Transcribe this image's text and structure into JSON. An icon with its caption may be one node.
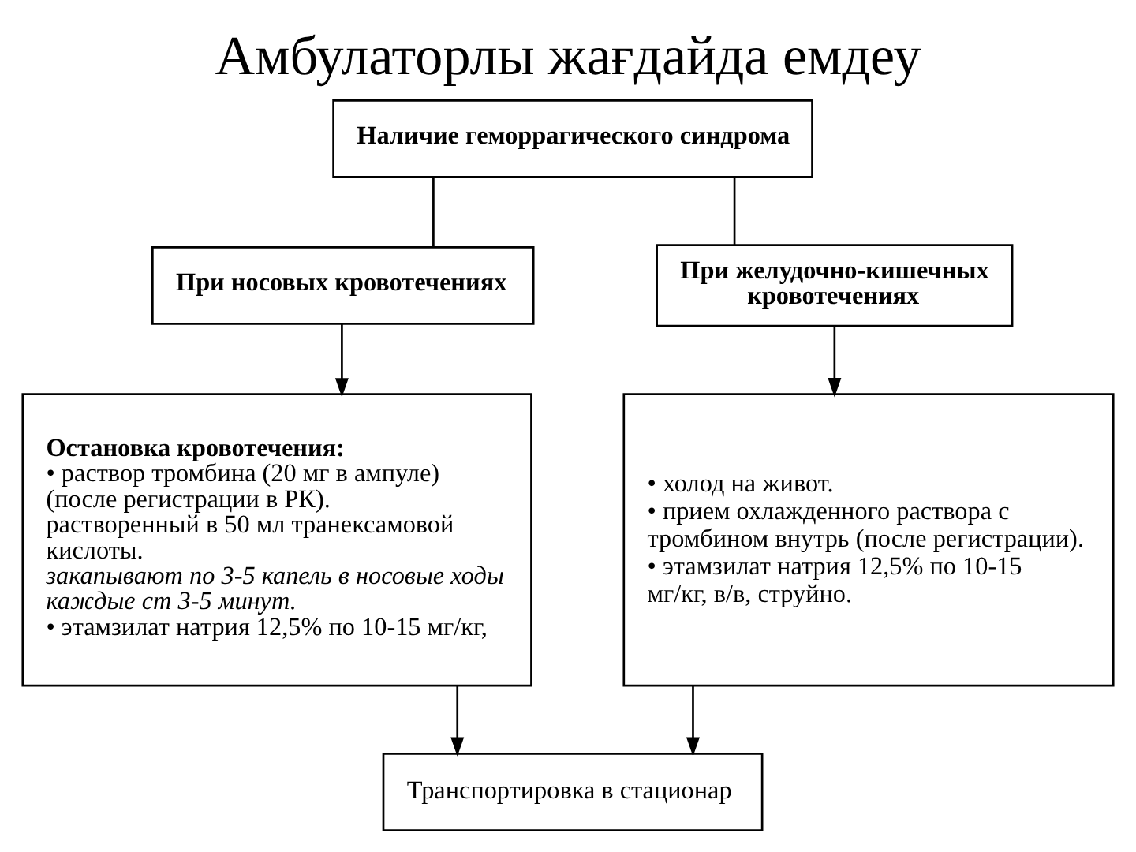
{
  "diagram": {
    "title": "Амбулаторлы жағдайда емдеу",
    "nodes": [
      {
        "text": [
          "Наличие геморрагического синдрома"
        ]
      },
      {
        "text": [
          "При носовых кровотечениях"
        ]
      },
      {
        "text": [
          "При желудочно-кишечных кровотечениях"
        ]
      },
      {
        "text": [
          "Остановка кровотечения:",
          "• раствор тромбина (20 мг в ампуле) (после регистрации в РК).",
          "растворенный в 50 мл транексамовой кислоты.",
          "закапывают по 3-5 капель в носовые ходы каждые ст 3-5 минут.",
          "• этамзилат натрия 12,5% по 10-15 мг/кг,"
        ]
      },
      {
        "text": [
          "• холод на живот.",
          "• прием охлажденного раствора с тромбином внутрь (после регистрации).",
          "• этамзилат натрия 12,5% по 10-15 мг/кг, в/в, струйно."
        ]
      },
      {
        "text": [
          "Транспортировка в стационар"
        ]
      }
    ],
    "edges": [
      {
        "from": 0,
        "to": 1,
        "arrow": "none"
      },
      {
        "from": 0,
        "to": 2,
        "arrow": "none"
      },
      {
        "from": 1,
        "to": 3,
        "arrow": "to"
      },
      {
        "from": 2,
        "to": 4,
        "arrow": "to"
      },
      {
        "from": 3,
        "to": 5,
        "arrow": "to"
      },
      {
        "from": 4,
        "to": 5,
        "arrow": "to"
      }
    ]
  }
}
